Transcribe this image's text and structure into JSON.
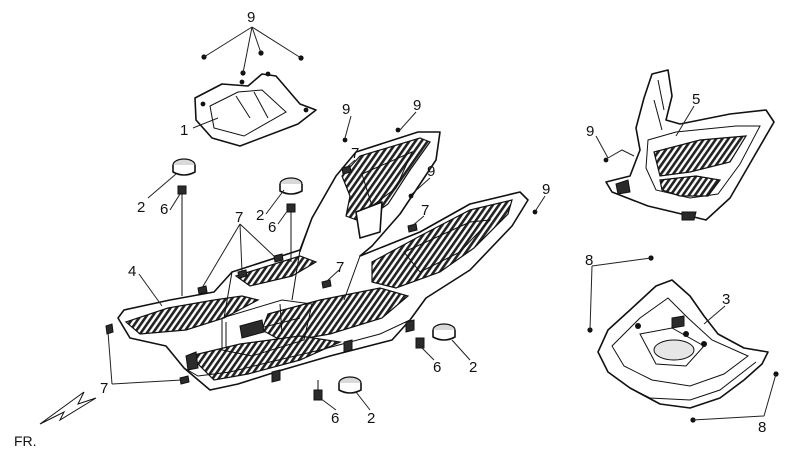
{
  "callouts": {
    "c1": "1",
    "c2a": "2",
    "c2b": "2",
    "c2c": "2",
    "c2d": "2",
    "c3": "3",
    "c4": "4",
    "c5": "5",
    "c6a": "6",
    "c6b": "6",
    "c6c": "6",
    "c6d": "6",
    "c7a": "7",
    "c7b": "7",
    "c7c": "7",
    "c7d": "7",
    "c7e": "7",
    "c8a": "8",
    "c8b": "8",
    "c9a": "9",
    "c9b": "9",
    "c9c": "9",
    "c9d": "9",
    "c9e": "9",
    "c9f": "9"
  },
  "direction_label": "FR."
}
